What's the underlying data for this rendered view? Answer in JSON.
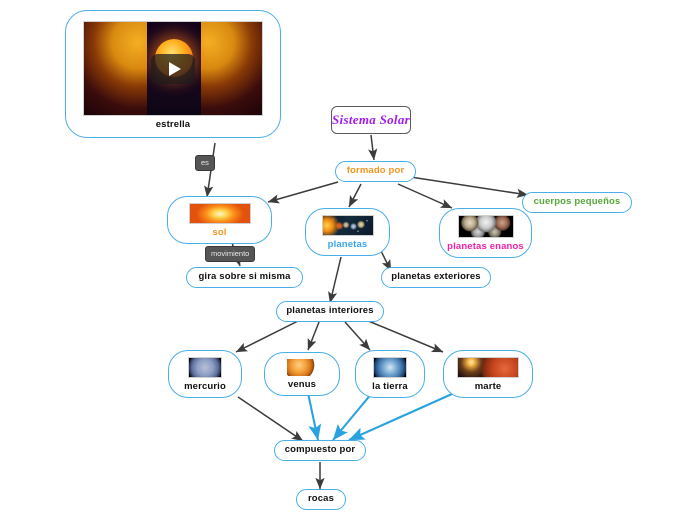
{
  "diagram": {
    "title": "Sistema Solar",
    "type": "mind-map",
    "background_color": "#ffffff",
    "node_border_color": "#4aaee8",
    "edge_color": "#3c3c3c",
    "highlight_edge_color": "#29a3e0"
  },
  "nodes": {
    "title": {
      "label": "Sistema Solar",
      "text_color": "#a21cf0"
    },
    "estrella": {
      "label": "estrella",
      "text_color": "#101010",
      "media": "sun-video-thumbnail"
    },
    "formado_por": {
      "label": "formado por",
      "text_color": "#f29520"
    },
    "cuerpos_pequenos": {
      "label": "cuerpos pequeños",
      "text_color": "#58a93a"
    },
    "sol": {
      "label": "sol",
      "text_color": "#f29520",
      "media": "sunset-image"
    },
    "planetas": {
      "label": "planetas",
      "text_color": "#37a6e8",
      "media": "solar-system-image"
    },
    "planetas_enanos": {
      "label": "planetas enanos",
      "text_color": "#f020a8",
      "media": "dwarf-planets-image"
    },
    "gira_sobre_si_misma": {
      "label": "gira sobre si misma",
      "text_color": "#101010"
    },
    "planetas_exteriores": {
      "label": "planetas exteriores",
      "text_color": "#101010"
    },
    "planetas_interiores": {
      "label": "planetas interiores",
      "text_color": "#101010"
    },
    "mercurio": {
      "label": "mercurio",
      "text_color": "#101010",
      "media": "mercury-image"
    },
    "venus": {
      "label": "venus",
      "text_color": "#101010",
      "media": "venus-image"
    },
    "la_tierra": {
      "label": "la tierra",
      "text_color": "#101010",
      "media": "earth-image"
    },
    "marte": {
      "label": "marte",
      "text_color": "#101010",
      "media": "mars-image"
    },
    "compuesto_por": {
      "label": "compuesto por",
      "text_color": "#101010"
    },
    "rocas": {
      "label": "rocas",
      "text_color": "#101010"
    }
  },
  "edge_labels": {
    "es": "es",
    "movimiento": "movimiento"
  }
}
